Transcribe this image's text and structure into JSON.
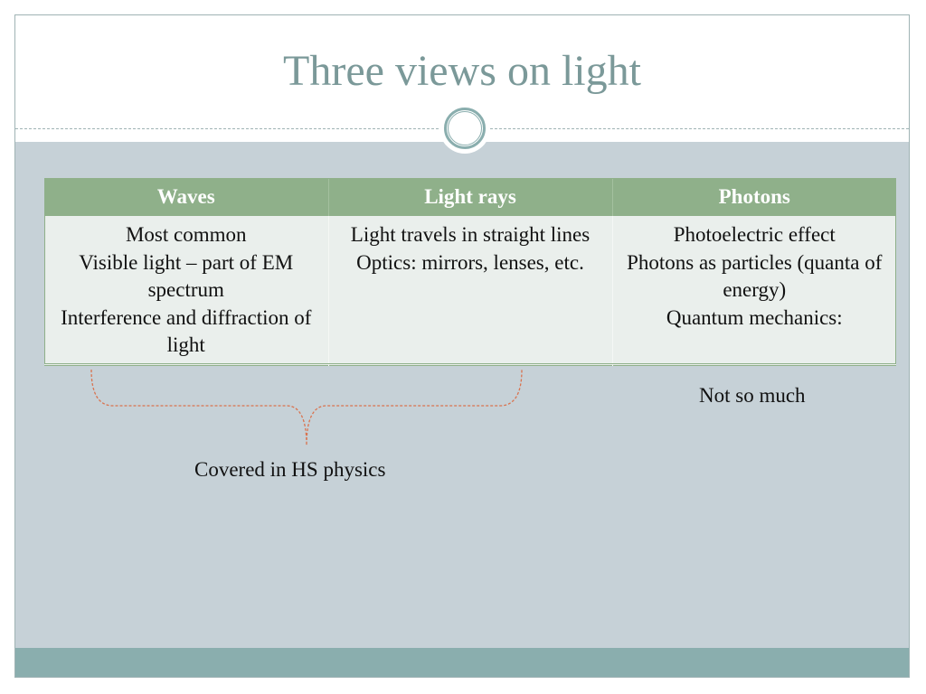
{
  "slide": {
    "title": "Three views on light"
  },
  "table": {
    "headers": [
      "Waves",
      "Light rays",
      "Photons"
    ],
    "columns": [
      [
        "Most common",
        "Visible light – part of EM spectrum",
        "Interference and diffraction of light"
      ],
      [
        "Light travels in straight lines",
        "Optics: mirrors, lenses, etc."
      ],
      [
        "Photoelectric effect",
        "Photons as particles (quanta of energy)",
        "Quantum mechanics:"
      ]
    ]
  },
  "annotations": {
    "covered": "Covered in HS physics",
    "not_so_much": "Not so much"
  },
  "colors": {
    "title": "#7b9999",
    "header_fill": "#8fb08a",
    "cell_fill": "#eaefec",
    "content_bg": "#c6d1d7",
    "footer": "#8aaeae",
    "brace": "#d9734f"
  }
}
